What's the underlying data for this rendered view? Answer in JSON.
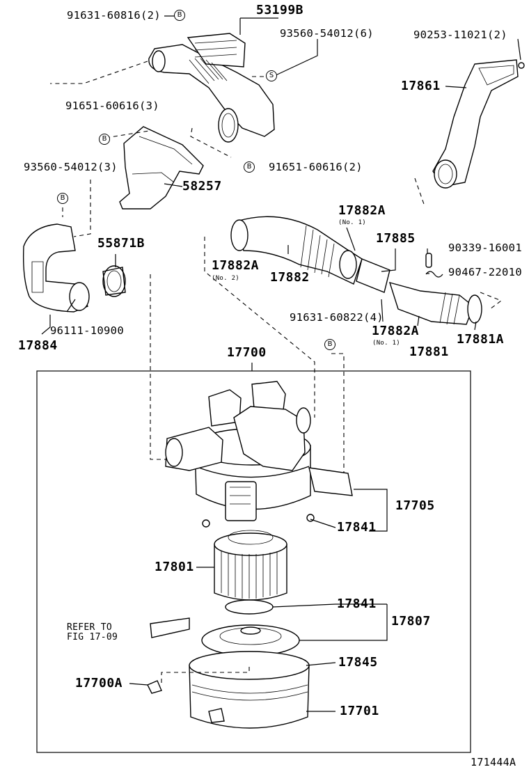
{
  "diagram_id": "171444A",
  "refer_note": [
    "REFER TO",
    "FIG 17-09"
  ],
  "badge_letters": {
    "b": "B",
    "s": "S"
  },
  "labels": {
    "p91631_60816": "91631-60816(2)",
    "p53199B": "53199B",
    "p93560_54012_6": "93560-54012(6)",
    "p90253_11021": "90253-11021(2)",
    "p17861": "17861",
    "p91651_60616_3": "91651-60616(3)",
    "p91651_60616_2": "91651-60616(2)",
    "p93560_54012_3": "93560-54012(3)",
    "p58257": "58257",
    "p55871B": "55871B",
    "p17882A_top": "17882A",
    "p17882A_top_no": "(No. 1)",
    "p17885": "17885",
    "p90339": "90339-16001",
    "p90467": "90467-22010",
    "p17882A_left": "17882A",
    "p17882A_left_no": "(No. 2)",
    "p17882": "17882",
    "p91631_60822": "91631-60822(4)",
    "p17882A_bottom": "17882A",
    "p17882A_bottom_no": "(No. 1)",
    "p17881A": "17881A",
    "p17881": "17881",
    "p96111": "96111-10900",
    "p17884": "17884",
    "p17700": "17700",
    "p17705": "17705",
    "p17841_a": "17841",
    "p17801": "17801",
    "p17841_b": "17841",
    "p17807": "17807",
    "p17845": "17845",
    "p17700A": "17700A",
    "p17701": "17701"
  }
}
